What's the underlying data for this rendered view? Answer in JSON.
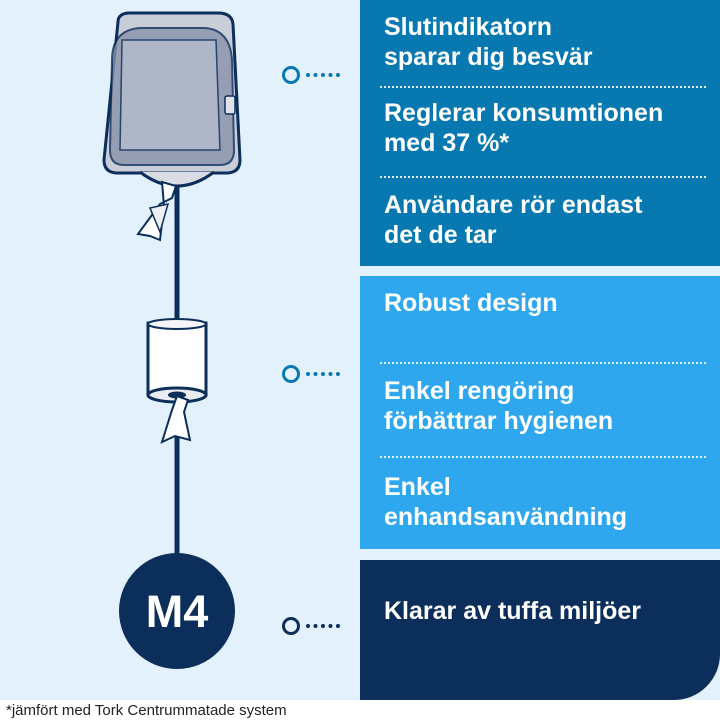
{
  "panel_top": {
    "items": [
      "Slutindikatorn\nsparar dig besvär",
      "Reglerar konsumtionen\nmed 37 %*",
      "Användare rör endast\ndet de tar"
    ]
  },
  "panel_middle": {
    "items": [
      "Robust design",
      "Enkel rengöring\nförbättrar hygienen",
      "Enkel\nenhandsanvändning"
    ]
  },
  "panel_bottom": {
    "items": [
      "Klarar av tuffa miljöer"
    ]
  },
  "badge": {
    "label": "M4"
  },
  "footnote": "*jämfört med Tork Centrummatade system",
  "colors": {
    "background": "#e3f1fc",
    "panel_top": "#0779b0",
    "panel_middle": "#2fa7ef",
    "panel_bottom": "#0c2e5a",
    "line": "#0c2e5a"
  },
  "icons": [
    "paper-dispenser-icon",
    "paper-roll-icon",
    "ring-connector-icon"
  ]
}
